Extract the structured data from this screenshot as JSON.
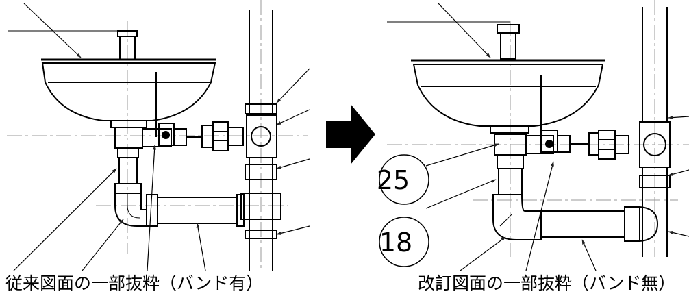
{
  "captions": {
    "left": "従来図面の一部抜粋（バンド有）",
    "right": "改訂図面の一部抜粋（バンド無）"
  },
  "callouts": {
    "r1": "25",
    "r2": "18"
  },
  "colors": {
    "line": "#000000",
    "center_line": "#9a9a9a",
    "arrow": "#111111",
    "background": "#ffffff"
  },
  "icons": {
    "transition": "arrow-right-icon"
  }
}
